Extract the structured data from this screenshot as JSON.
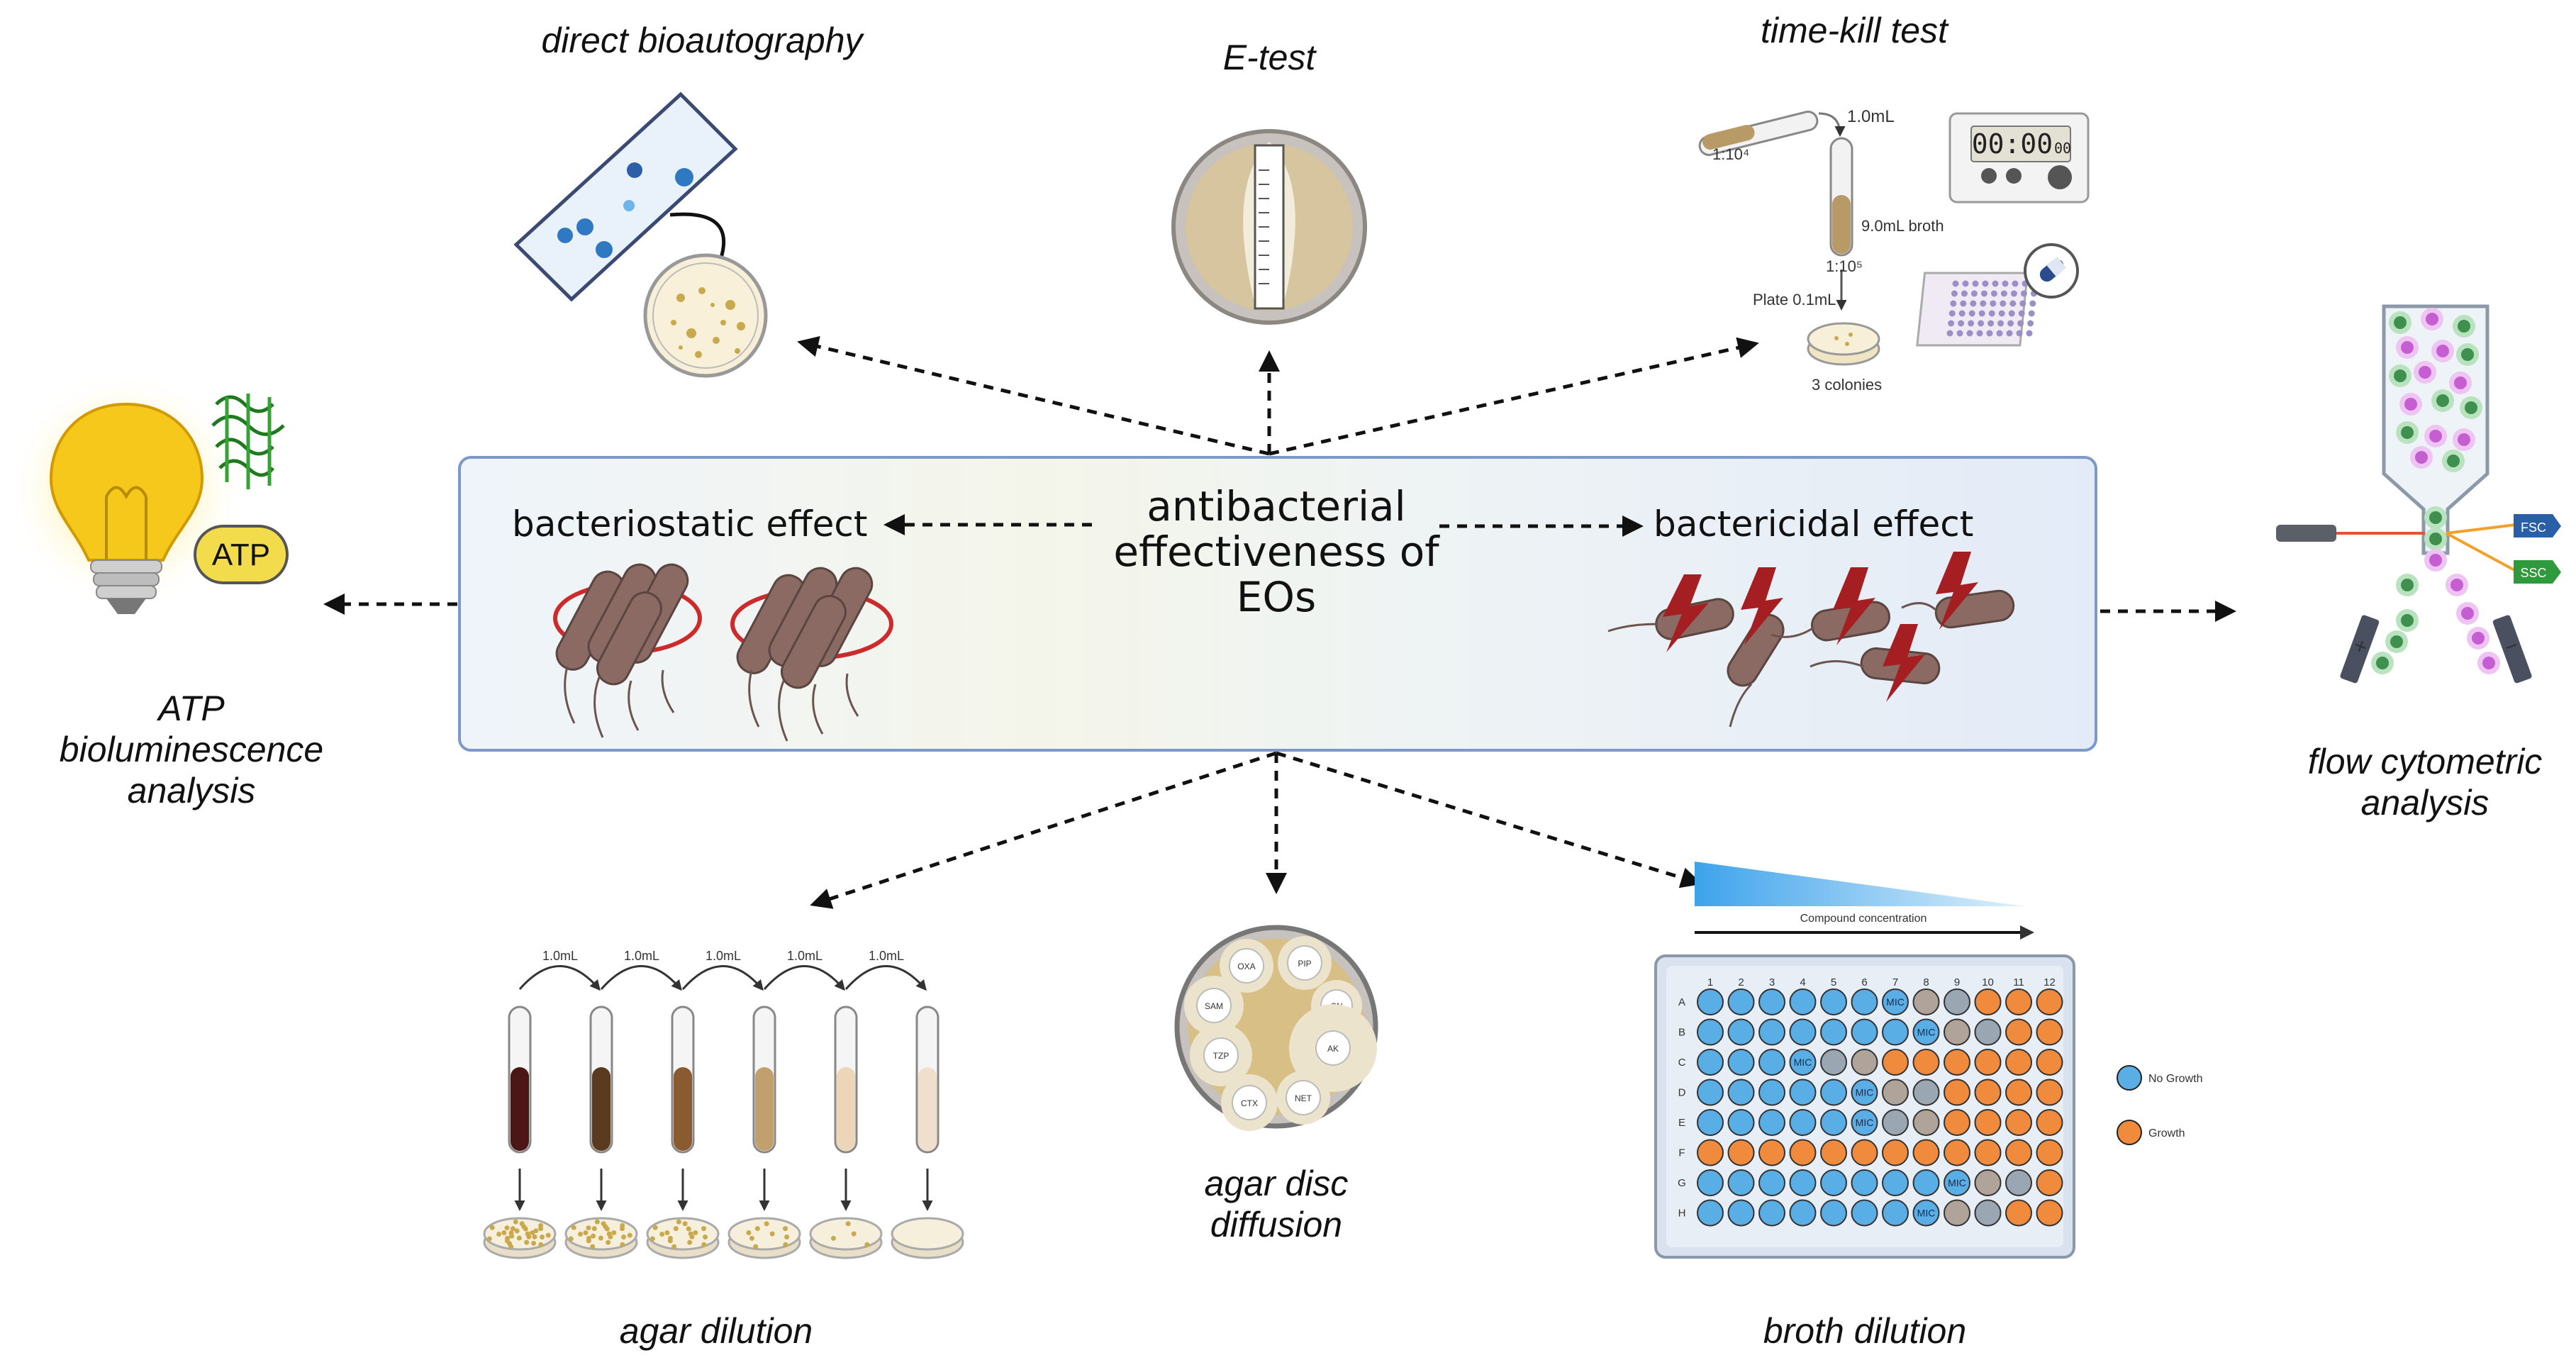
{
  "center": {
    "title_lines": [
      "antibacterial",
      "effectiveness of",
      "EOs"
    ],
    "bacteriostatic": "bacteriostatic effect",
    "bactericidal": "bactericidal effect"
  },
  "methods": {
    "direct_bioautography": "direct bioautography",
    "e_test": "E-test",
    "time_kill": "time-kill test",
    "atp_lines": [
      "ATP",
      "bioluminescence",
      "analysis"
    ],
    "flow_lines": [
      "flow cytometric",
      "analysis"
    ],
    "agar_dilution": "agar dilution",
    "agar_disc_lines": [
      "agar disc",
      "diffusion"
    ],
    "broth_dilution": "broth dilution"
  },
  "atp_badge": "ATP",
  "time_kill_detail": {
    "vol_1ml": "1.0mL",
    "dil_a": "1:10⁴",
    "broth": "9.0mL broth",
    "dil_b": "1:10⁵",
    "plate": "Plate 0.1mL",
    "colonies": "3 colonies",
    "timer": "00:00",
    "timer_small": "00"
  },
  "flow_detail": {
    "fsc": "FSC",
    "ssc": "SSC"
  },
  "agar_dilution_detail": {
    "transfers": [
      "1.0mL",
      "1.0mL",
      "1.0mL",
      "1.0mL",
      "1.0mL"
    ]
  },
  "disc_labels": [
    "OXA",
    "PIP",
    "SAM",
    "CN",
    "AK",
    "TZP",
    "CTX",
    "NET"
  ],
  "broth_detail": {
    "gradient_label": "Compound concentration",
    "columns": [
      "1",
      "2",
      "3",
      "4",
      "5",
      "6",
      "7",
      "8",
      "9",
      "10",
      "11",
      "12"
    ],
    "rows": [
      "A",
      "B",
      "C",
      "D",
      "E",
      "F",
      "G",
      "H"
    ],
    "mic_label": "MIC",
    "legend_no_growth": "No Growth",
    "legend_growth": "Growth",
    "mic_positions": [
      7,
      8,
      4,
      6,
      6,
      0,
      9,
      8
    ]
  },
  "colors": {
    "box_border": "#7c99c9",
    "no_growth": "#5aaee6",
    "growth": "#f08a3c",
    "grey_well": "#9aa7b2",
    "bacteria": "#8a6a62",
    "bolt": "#a41e22"
  }
}
